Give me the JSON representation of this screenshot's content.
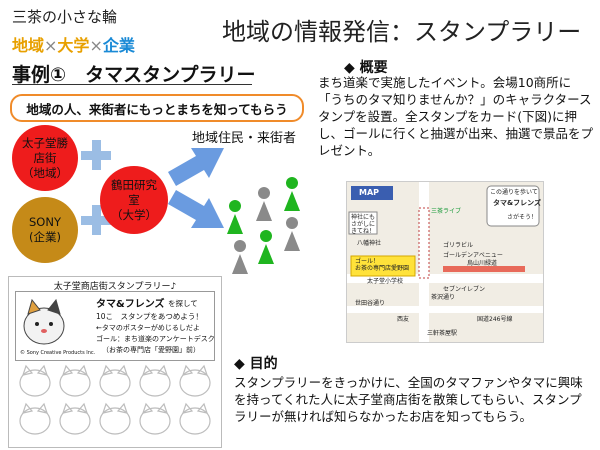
{
  "brand": {
    "name": "三茶の小さな輪",
    "word1": "地域",
    "word2": "大学",
    "word3": "企業",
    "times": "×"
  },
  "main_title": "地域の情報発信：スタンプラリー",
  "case_title": "事例①　タマスタンプラリー",
  "callout": "地域の人、来街者にもっとまちを知ってもらう",
  "diagram": {
    "node_shotengai": "太子堂勝\n店街\n（地域）",
    "node_sony": "SONY\n(企業)",
    "node_university": "鶴田研究\n室\n（大学）",
    "residents_label": "地域住民・来街者",
    "colors": {
      "red": "#ee1c1c",
      "sony": "#c58a18",
      "plus": "#9bbde4",
      "arrow": "#6a9be0",
      "green": "#1fb51f",
      "gray": "#8a8a8a"
    }
  },
  "overview": {
    "heading": "◆ 概要",
    "text": "まち道楽で実施したイベント。会場10商所に「うちのタマ知りませんか？」のキャラクタースタンプを設置。全スタンプをカード(下図)に押し、ゴールに行くと抽選が出来、抽選で景品をプレゼント。"
  },
  "goal": {
    "heading": "◆ 目的",
    "text": "スタンプラリーをきっかけに、全国のタマファンやタマに興味を持ってくれた人に太子堂商店街を散策してもらい、スタンプラリーが無ければ知らなかったお店を知ってもらう。"
  },
  "card": {
    "title": "太子堂商店街スタンプラリー♪",
    "logo": "タマ&フレンズ",
    "line1": "を探して",
    "line2": "10こ　スタンプをあつめよう！",
    "line3": "←タマのポスターがめじるしだよ",
    "line4": "ゴール：まち道楽のアンケートデスク",
    "line5": "（お茶の専門店「愛野園」前）",
    "copyright": "© Sony Creative Products Inc."
  },
  "map": {
    "title": "MAP",
    "callout": "この通りを歩いて",
    "callout2": "さがそう！",
    "logo": "タマ&フレンズ",
    "shrine_note": "神社にも\nさがしに\nきてね！",
    "hachiman": "八幡神社",
    "goal_note": "ゴール！\nお茶の専門店愛野園",
    "school": "太子堂小学校",
    "karasuyama": "烏山川緑道",
    "gorilla": "ゴリラビル",
    "eleven": "セブンイレブン",
    "setagaya": "世田谷通り",
    "seiyu": "西友",
    "sancha": "三軒茶屋駅",
    "route246": "国道246号線",
    "road": "茶沢通り",
    "promenade": "ゴールデンアベニュー",
    "sancha2": "三茶ライブ"
  }
}
